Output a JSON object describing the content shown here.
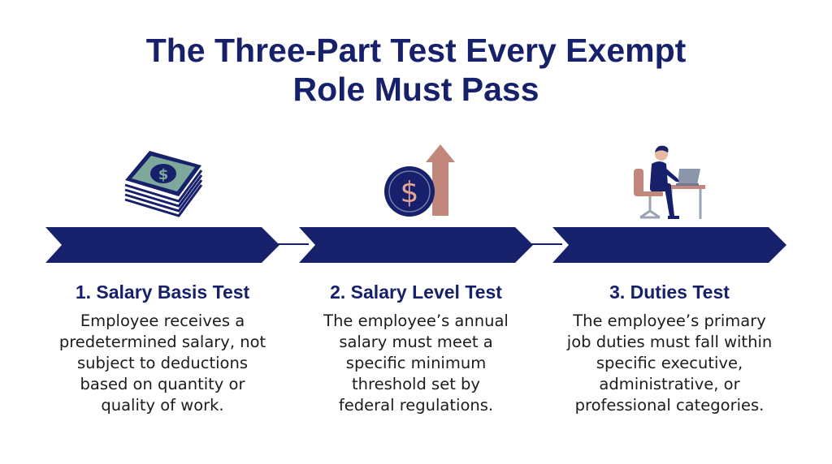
{
  "title": {
    "line1": "The Three-Part Test Every Exempt",
    "line2": "Role Must Pass"
  },
  "colors": {
    "navy": "#16206b",
    "green_bill": "#7ea89c",
    "arrow_copper": "#c0877a",
    "text": "#1c1c1c"
  },
  "steps": [
    {
      "icon": "money-stack-icon",
      "heading": "1. Salary Basis Test",
      "lines": [
        "Employee receives a",
        "predetermined salary, not",
        "subject to deductions",
        "based on quantity or",
        "quality of work."
      ]
    },
    {
      "icon": "salary-increase-icon",
      "heading": "2. Salary Level Test",
      "lines": [
        "The employee’s annual",
        "salary must meet a",
        "specific minimum",
        "threshold set by",
        "federal regulations."
      ]
    },
    {
      "icon": "worker-at-desk-icon",
      "heading": "3. Duties Test",
      "lines": [
        "The employee’s primary",
        "job duties must fall within",
        "specific executive,",
        "administrative, or",
        "professional categories."
      ]
    }
  ]
}
